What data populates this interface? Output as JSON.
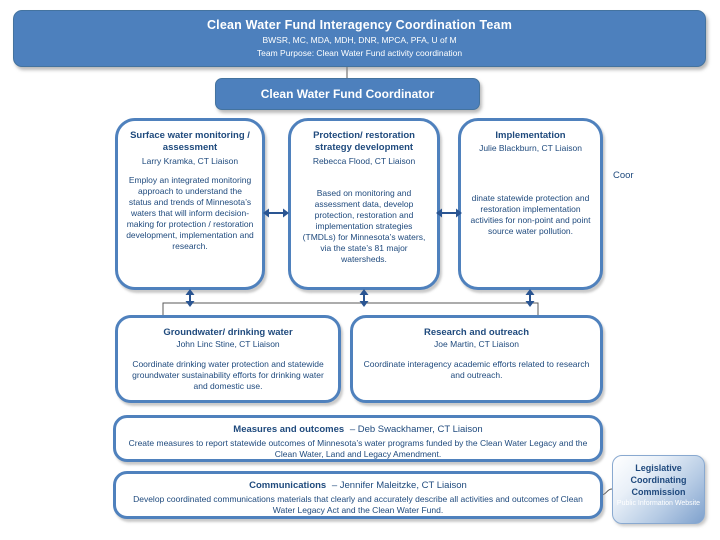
{
  "colors": {
    "banner_fill": "#4d80bd",
    "box_border": "#4f81bd",
    "text_navy": "#1f4a7d",
    "arrow": "#2a5592",
    "connector_line": "#595959"
  },
  "banner": {
    "title": "Clean Water Fund Interagency Coordination Team",
    "agencies": "BWSR, MC, MDA, MDH, DNR, MPCA, PFA, U of M",
    "purpose": "Team Purpose: Clean Water Fund activity coordination"
  },
  "coordinator": {
    "label": "Clean Water Fund Coordinator"
  },
  "columns": [
    {
      "title": "Surface water monitoring / assessment",
      "liaison": "Larry Kramka, CT Liaison",
      "body": "Employ an integrated monitoring approach to understand the status and trends of Minnesota’s waters that will inform decision-making for protection / restoration development, implementation and research."
    },
    {
      "title": "Protection/ restoration strategy development",
      "liaison": "Rebecca Flood, CT Liaison",
      "body": "Based on monitoring and assessment data, develop protection, restoration and implementation strategies (TMDLs) for Minnesota’s waters, via the state’s 81 major watersheds."
    },
    {
      "title": "Implementation",
      "liaison": "Julie Blackburn, CT Liaison",
      "body": "dinate statewide protection and restoration implementation activities for non-point and point source water pollution.",
      "overflow_fragment": "Coor"
    }
  ],
  "bottom_boxes": [
    {
      "title": "Groundwater/ drinking water",
      "liaison": "John Linc Stine, CT Liaison",
      "body": "Coordinate drinking water protection and statewide groundwater sustainability efforts for drinking water and domestic use."
    },
    {
      "title": "Research and outreach",
      "liaison": "Joe Martin, CT Liaison",
      "body": "Coordinate interagency academic efforts related to research and outreach."
    }
  ],
  "wide_boxes": [
    {
      "title": "Measures and outcomes",
      "liaison_suffix": "– Deb Swackhamer, CT Liaison",
      "body": "Create measures to report statewide outcomes of Minnesota’s water programs funded by the Clean Water Legacy and the Clean Water, Land and Legacy Amendment."
    },
    {
      "title": "Communications",
      "liaison_suffix": "– Jennifer Maleitzke, CT Liaison",
      "body": "Develop coordinated communications materials that clearly and accurately describe all activities and outcomes of Clean Water Legacy Act and the Clean Water Fund."
    }
  ],
  "side_box": {
    "title": "Legislative Coordinating Commission",
    "subtitle": "Public Information Website"
  }
}
